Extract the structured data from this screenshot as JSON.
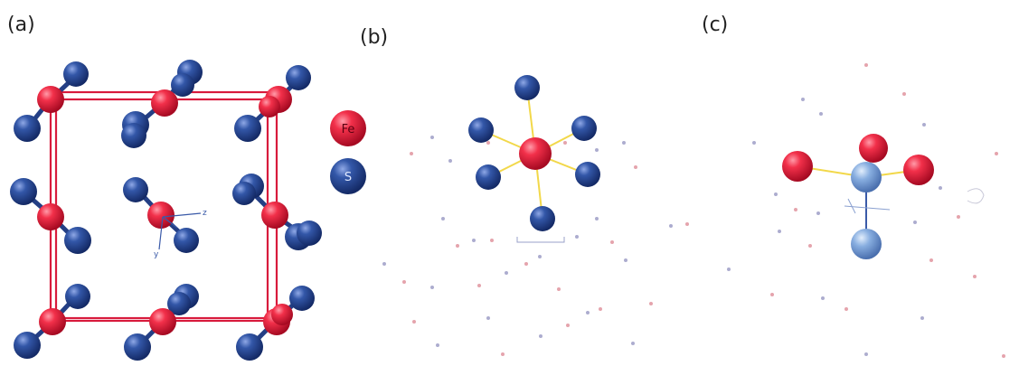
{
  "panels": [
    {
      "id": "a",
      "label": "(a)"
    },
    {
      "id": "b",
      "label": "(b)"
    },
    {
      "id": "c",
      "label": "(c)"
    }
  ],
  "legend": [
    {
      "symbol": "Fe",
      "color": "#e0203a"
    },
    {
      "symbol": "S",
      "color": "#2f4f9a"
    }
  ],
  "axes": {
    "z": "z",
    "y": "y"
  },
  "colors": {
    "fe": "#e0203a",
    "s": "#2f4f9a",
    "s_light": "#7fa6dc",
    "bond_fe_s": "#f2d84a",
    "cell_edge": "#d81b3c",
    "axis": "#3a5aa8"
  }
}
